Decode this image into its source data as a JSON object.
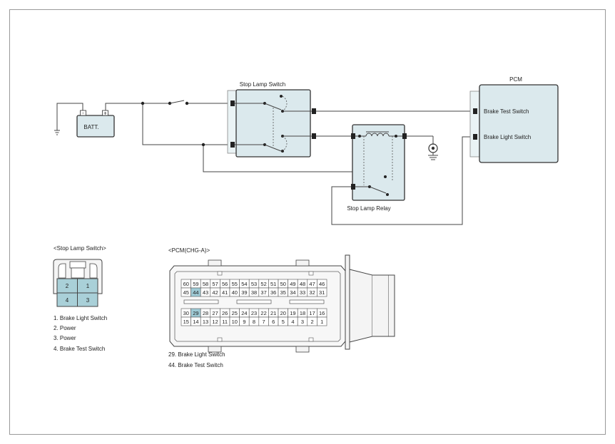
{
  "colors": {
    "component_fill": "#dbe9ed",
    "highlight_pin": "#9fcbd6",
    "line": "#444444"
  },
  "schematic": {
    "battery_label": "BATT.",
    "battery_neg": "-",
    "battery_pos": "+",
    "stop_lamp_switch_title": "Stop Lamp Switch",
    "pcm_title": "PCM",
    "pcm_brake_test": "Brake Test Switch",
    "pcm_brake_light": "Brake Light Switch",
    "relay_label": "Stop Lamp Relay"
  },
  "stop_lamp_connector": {
    "title": "<Stop Lamp Switch>",
    "pins": [
      "2",
      "1",
      "4",
      "3"
    ],
    "legend": [
      "1. Brake Light Switch",
      "2. Power",
      "3. Power",
      "4. Brake Test Switch"
    ]
  },
  "pcm_connector": {
    "title": "<PCM(CHG-A)>",
    "row1": [
      "60",
      "59",
      "58",
      "57",
      "56",
      "55",
      "54",
      "53",
      "52",
      "51",
      "50",
      "49",
      "48",
      "47",
      "46"
    ],
    "row2": [
      "45",
      "44",
      "43",
      "42",
      "41",
      "40",
      "39",
      "38",
      "37",
      "36",
      "35",
      "34",
      "33",
      "32",
      "31"
    ],
    "row3": [
      "30",
      "29",
      "28",
      "27",
      "26",
      "25",
      "24",
      "23",
      "22",
      "21",
      "20",
      "19",
      "18",
      "17",
      "16"
    ],
    "row4": [
      "15",
      "14",
      "13",
      "12",
      "11",
      "10",
      "9",
      "8",
      "7",
      "6",
      "5",
      "4",
      "3",
      "2",
      "1"
    ],
    "highlighted": [
      "44",
      "29"
    ],
    "legend": [
      "29. Brake Light Switch",
      "44. Brake Test Switch"
    ]
  }
}
